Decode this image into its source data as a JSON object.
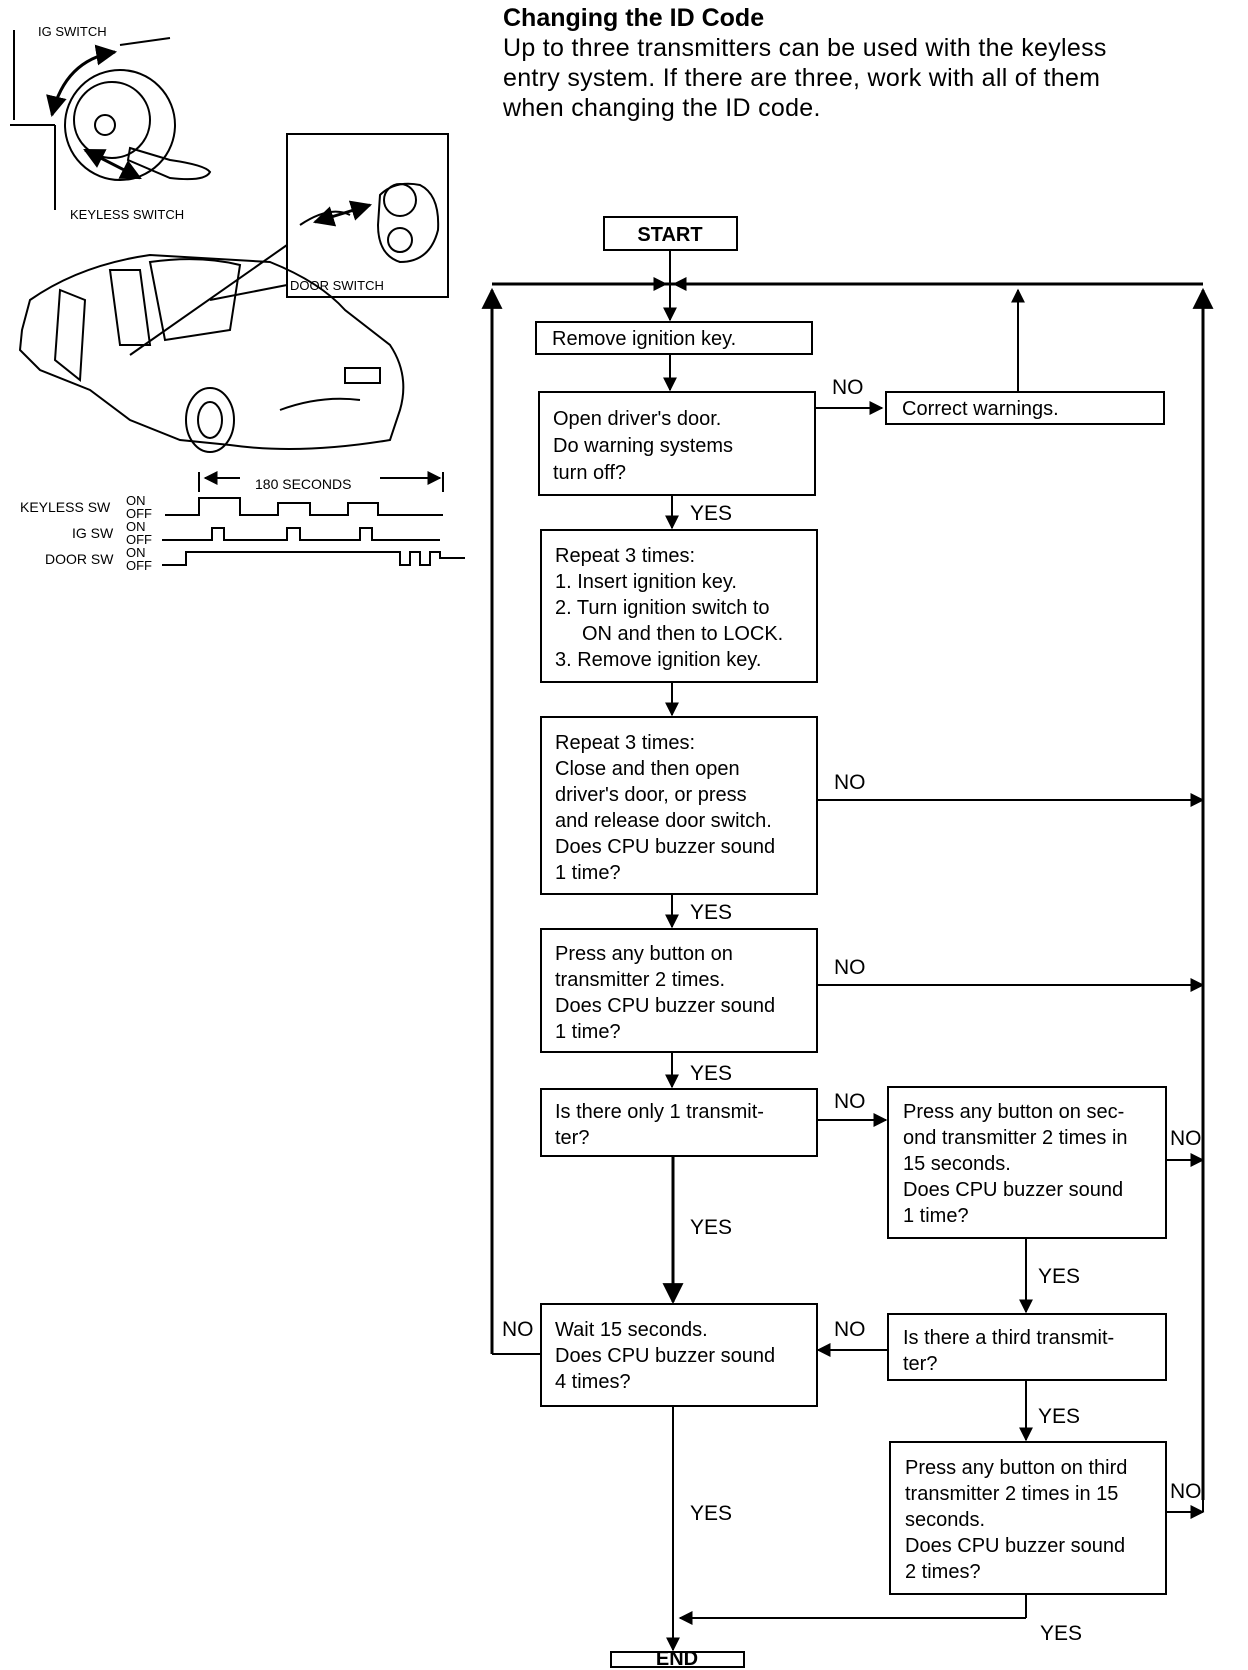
{
  "heading": {
    "title": "Changing the ID Code",
    "intro": [
      "Up to three transmitters can be used with the keyless",
      "entry system.  If there are three, work with all of them",
      "when changing the ID code."
    ]
  },
  "illustration": {
    "ig_switch": "IG SWITCH",
    "keyless_switch": "KEYLESS SWITCH",
    "door_switch": "DOOR SWITCH"
  },
  "timing": {
    "period": "180 SECONDS",
    "rows": [
      {
        "name": "KEYLESS SW",
        "on": "ON",
        "off": "OFF"
      },
      {
        "name": "IG SW",
        "on": "ON",
        "off": "OFF"
      },
      {
        "name": "DOOR SW",
        "on": "ON",
        "off": "OFF"
      }
    ]
  },
  "flow": {
    "start": "START",
    "end": "END",
    "remove_key": "Remove ignition key.",
    "open_door": [
      "Open driver's door.",
      "Do warning systems",
      "turn off?"
    ],
    "correct": "Correct warnings.",
    "repeat1": [
      "Repeat 3 times:",
      "1.  Insert ignition key.",
      "2.  Turn ignition switch to",
      "ON and then to LOCK.",
      "3.  Remove ignition key."
    ],
    "repeat2": [
      "Repeat 3 times:",
      "Close and then open",
      "driver's door, or press",
      "and release door switch.",
      "Does CPU buzzer sound",
      "1 time?"
    ],
    "press_first": [
      "Press any button on",
      "transmitter 2 times.",
      "Does CPU buzzer sound",
      "1 time?"
    ],
    "only_one": [
      "Is there only 1 transmit-",
      "ter?"
    ],
    "press_second": [
      "Press any button on sec-",
      "ond transmitter 2 times in",
      "15 seconds.",
      "Does CPU buzzer sound",
      "1 time?"
    ],
    "wait": [
      "Wait 15 seconds.",
      "Does CPU buzzer sound",
      "4 times?"
    ],
    "third": [
      "Is there a third transmit-",
      "ter?"
    ],
    "press_third": [
      "Press any button on third",
      "transmitter 2 times in 15",
      "seconds.",
      "Does CPU buzzer sound",
      "2 times?"
    ],
    "yes": "YES",
    "no": "NO"
  }
}
